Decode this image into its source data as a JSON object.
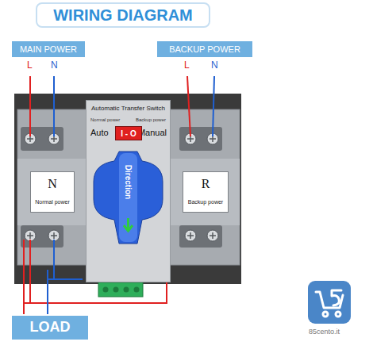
{
  "diagram": {
    "title": "WIRING DIAGRAM",
    "nodes": [
      {
        "text": [
          "MAIN POWER"
        ]
      },
      {
        "text": [
          "BACKUP POWER"
        ]
      },
      {
        "text": [
          "Automatic Transfer Switch",
          "Normal power",
          "Backup power",
          "Auto",
          "Manual"
        ]
      },
      {
        "text": [
          "I - O"
        ],
        "in": 2
      },
      {
        "text": [
          "Direction"
        ],
        "in": 2
      },
      {
        "text": [
          "N",
          "Normal power"
        ]
      },
      {
        "text": [
          "R",
          "Backup power"
        ]
      },
      {
        "text": [
          "LOAD"
        ]
      }
    ],
    "labels": [
      "L",
      "N",
      "L",
      "N",
      "85cento.it"
    ]
  }
}
